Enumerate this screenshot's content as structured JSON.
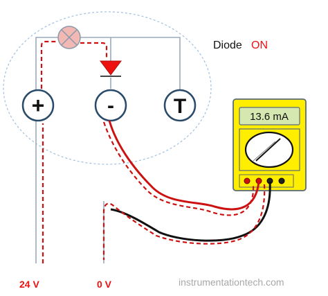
{
  "title": {
    "prefix": "Diode",
    "state": "ON"
  },
  "terminals": {
    "positive": "+",
    "negative": "-",
    "test": "T"
  },
  "meter": {
    "reading": "13.6 mA"
  },
  "supply": {
    "positive_label": "24 V",
    "negative_label": "0 V"
  },
  "credit": "instrumentationtech.com",
  "colors": {
    "current_path": "#cc1111",
    "enclosure": "#9fbfe0",
    "wire": "#9aaabb",
    "meter_body": "#ffee00",
    "display": "#d4e8b0",
    "diode": "#ee1111",
    "lamp": "#f2b9b4"
  }
}
